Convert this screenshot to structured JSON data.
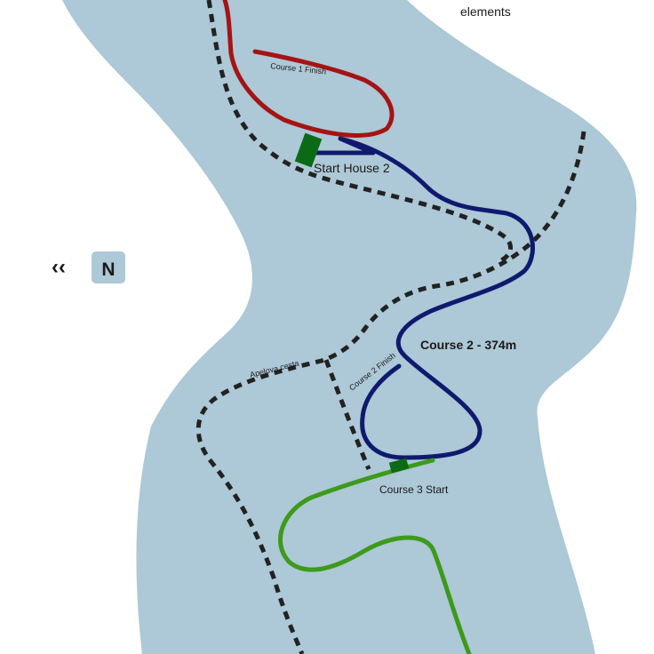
{
  "map": {
    "legend_fragment": "elements",
    "north": {
      "arrows": "‹‹",
      "label": "N"
    },
    "labels": {
      "course1_finish": "Course 1 Finish",
      "start_house_2": "Start House 2",
      "course2": "Course 2 - 374m",
      "course2_finish": "Course 2 Finish",
      "apelova_cesta": "Apelova cesta",
      "course3_start": "Course 3 Start"
    },
    "colors": {
      "water": "#adc8d6",
      "land": "#ffffff",
      "course1": "#a51414",
      "course2": "#0f1a6e",
      "course3": "#3d9a1a",
      "start_house": "#0b6a16",
      "path": "#222222",
      "north_badge": "#adc8d6"
    }
  }
}
